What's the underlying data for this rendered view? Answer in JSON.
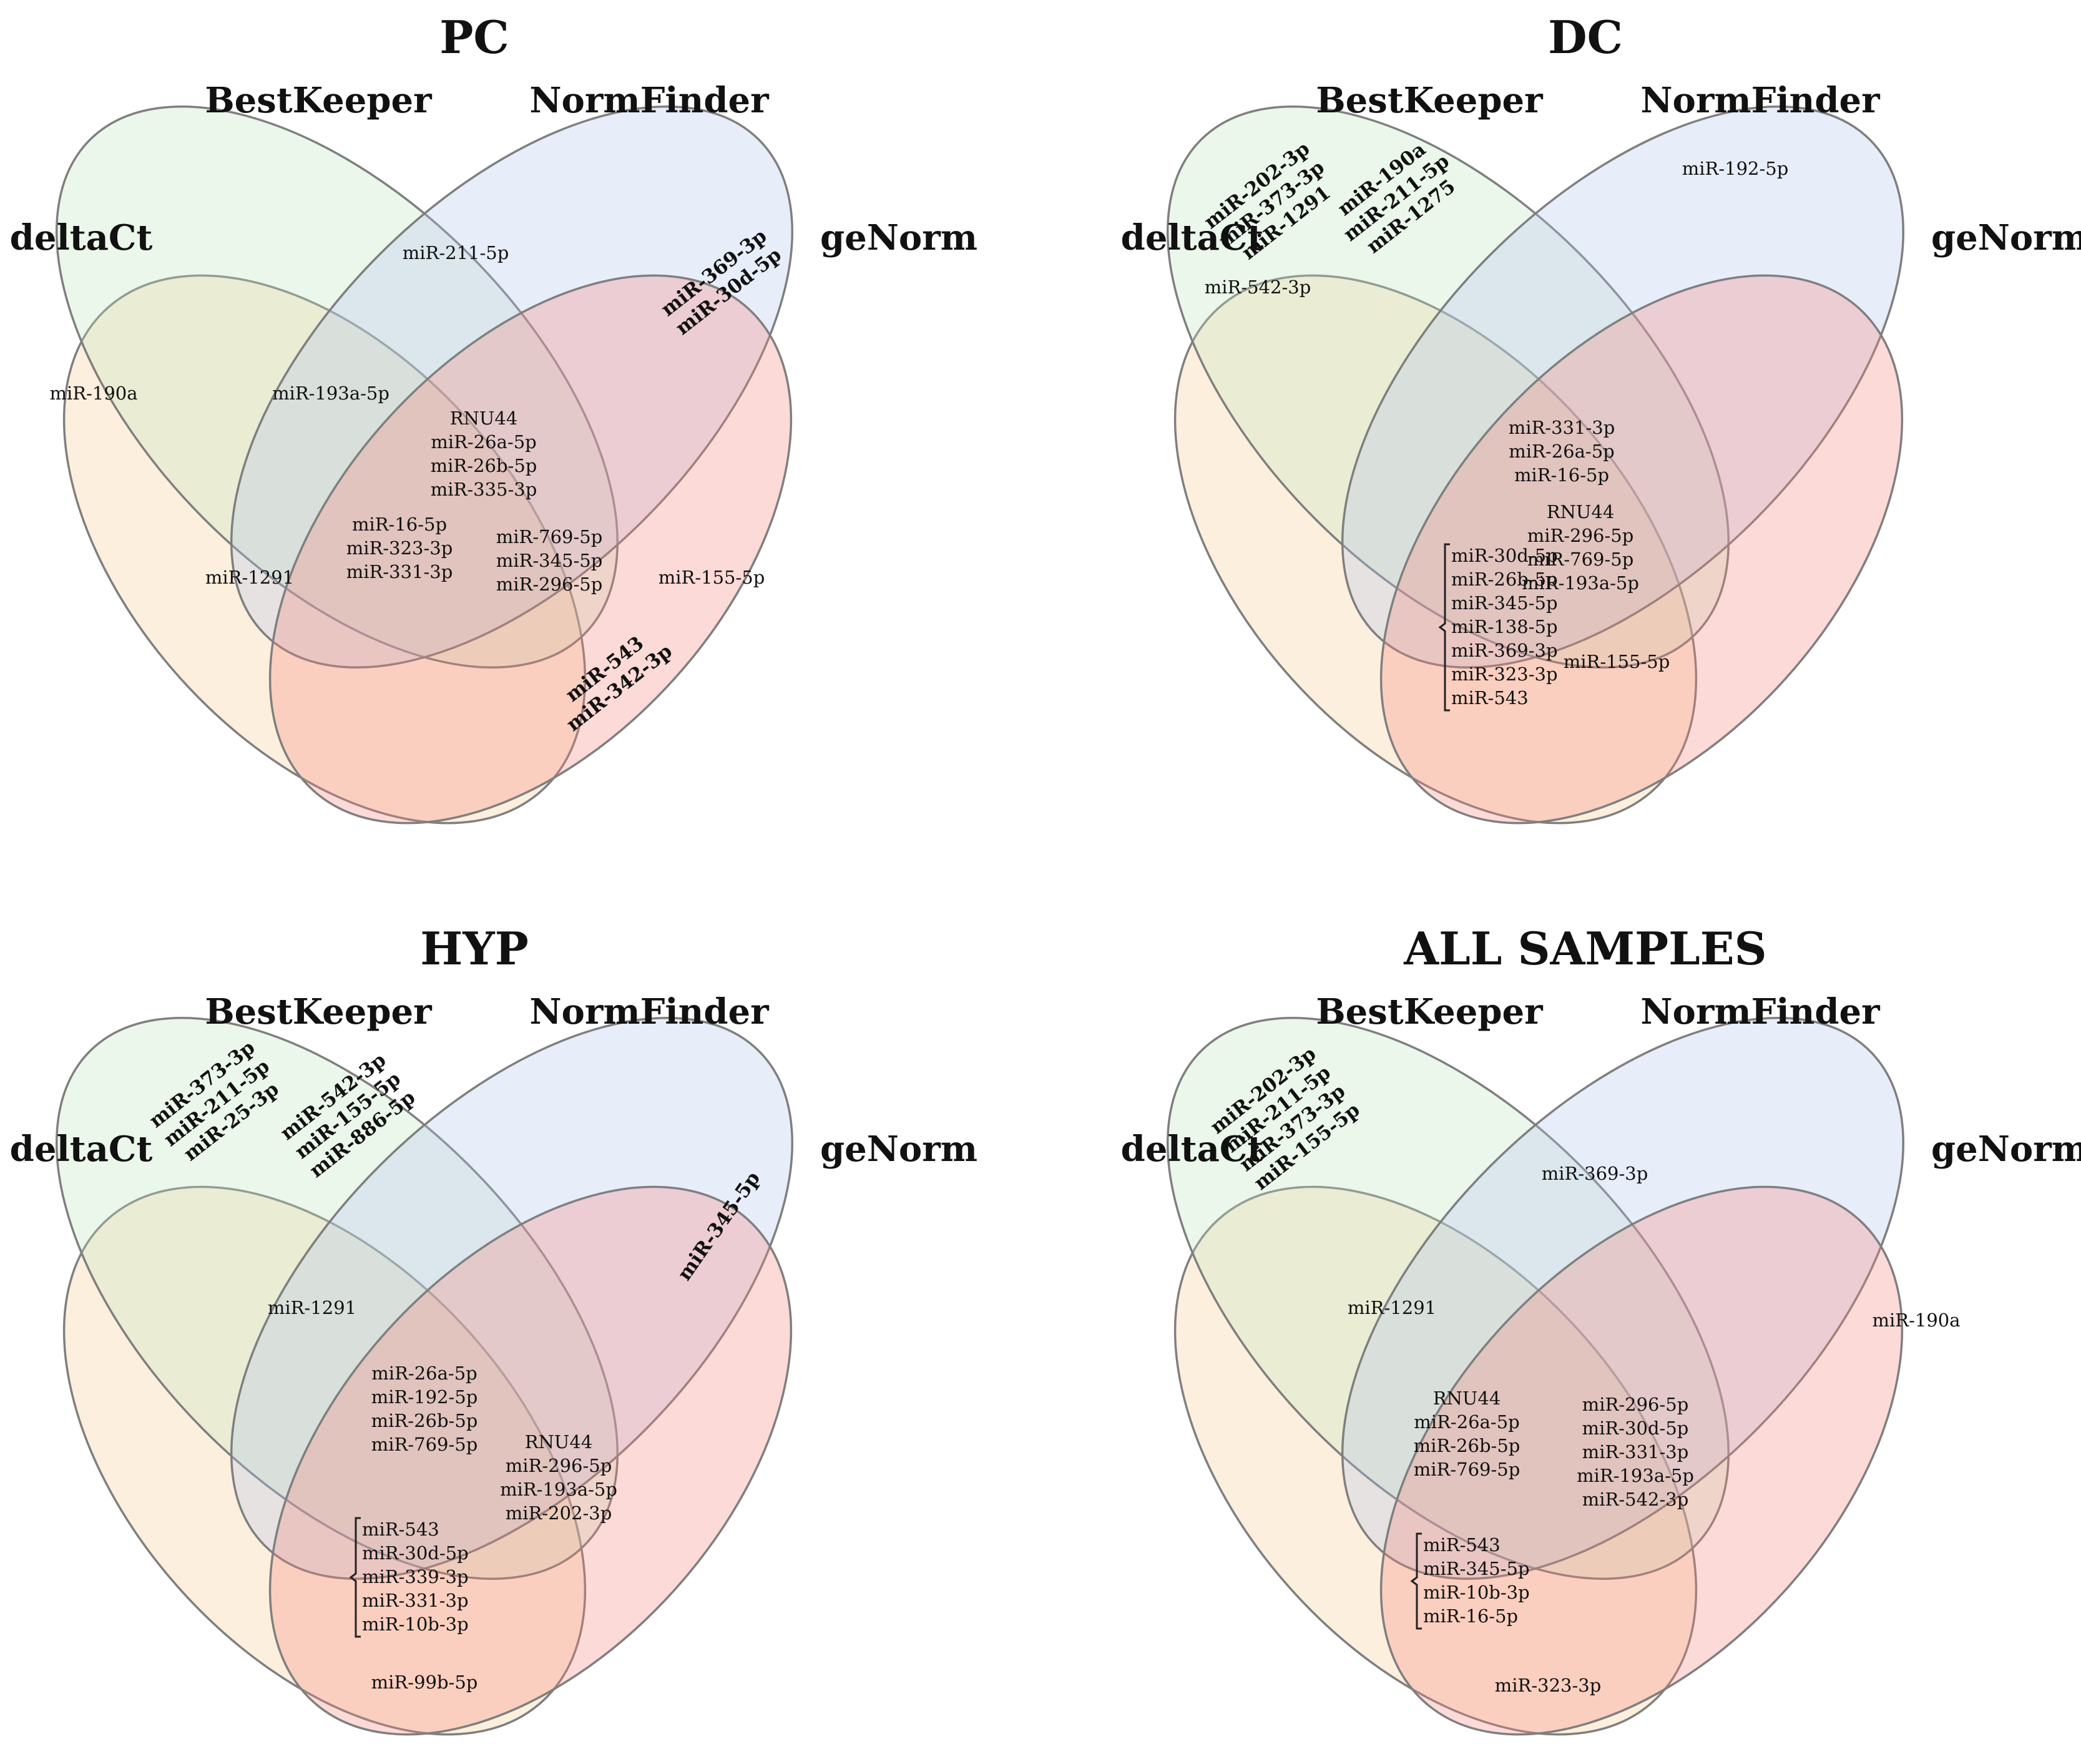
{
  "set_colors": {
    "deltaCt": "#f7c98f",
    "BestKeeper": "#bfe3c0",
    "NormFinder": "#b3c4ee",
    "geNorm": "#f5837c"
  },
  "panels": [
    {
      "title": "PC",
      "sets": {
        "deltaCt": "deltaCt",
        "BestKeeper": "BestKeeper",
        "NormFinder": "NormFinder",
        "geNorm": "geNorm"
      },
      "regions": [
        {
          "lines": [
            "miR-211-5p"
          ]
        },
        {
          "lines": [
            "miR-369-3p",
            "miR-30d-5p"
          ]
        },
        {
          "lines": [
            "miR-190a"
          ]
        },
        {
          "lines": [
            "miR-193a-5p"
          ]
        },
        {
          "lines": [
            "RNU44",
            "miR-26a-5p",
            "miR-26b-5p",
            "miR-335-3p"
          ]
        },
        {
          "lines": [
            "miR-16-5p",
            "miR-323-3p",
            "miR-331-3p"
          ]
        },
        {
          "lines": [
            "miR-769-5p",
            "miR-345-5p",
            "miR-296-5p"
          ]
        },
        {
          "lines": [
            "miR-1291"
          ]
        },
        {
          "lines": [
            "miR-155-5p"
          ]
        },
        {
          "lines": [
            "miR-543",
            "miR-342-3p"
          ]
        }
      ]
    },
    {
      "title": "DC",
      "sets": {
        "deltaCt": "deltaCt",
        "BestKeeper": "BestKeeper",
        "NormFinder": "NormFinder",
        "geNorm": "geNorm"
      },
      "regions": [
        {
          "lines": [
            "miR-202-3p",
            "miR-373-3p",
            "miR-1291"
          ]
        },
        {
          "lines": [
            "miR-190a",
            "miR-211-5p",
            "miR-1275"
          ]
        },
        {
          "lines": [
            "miR-192-5p"
          ]
        },
        {
          "lines": [
            "miR-542-3p"
          ]
        },
        {
          "lines": [
            "miR-331-3p",
            "miR-26a-5p",
            "miR-16-5p"
          ]
        },
        {
          "lines": [
            "RNU44",
            "miR-296-5p",
            "miR-769-5p",
            "miR-193a-5p"
          ]
        },
        {
          "lines": [
            "miR-30d-5p",
            "miR-26b-5p",
            "miR-345-5p",
            "miR-138-5p",
            "miR-369-3p",
            "miR-323-3p",
            "miR-543"
          ]
        },
        {
          "lines": [
            "miR-155-5p"
          ]
        }
      ]
    },
    {
      "title": "HYP",
      "sets": {
        "deltaCt": "deltaCt",
        "BestKeeper": "BestKeeper",
        "NormFinder": "NormFinder",
        "geNorm": "geNorm"
      },
      "regions": [
        {
          "lines": [
            "miR-373-3p",
            "miR-211-5p",
            "miR-25-3p"
          ]
        },
        {
          "lines": [
            "miR-542-3p",
            "miR-155-5p",
            "miR-886-5p"
          ]
        },
        {
          "lines": [
            "miR-345-5p"
          ]
        },
        {
          "lines": [
            "miR-1291"
          ]
        },
        {
          "lines": [
            "miR-26a-5p",
            "miR-192-5p",
            "miR-26b-5p",
            "miR-769-5p"
          ]
        },
        {
          "lines": [
            "RNU44",
            "miR-296-5p",
            "miR-193a-5p",
            "miR-202-3p"
          ]
        },
        {
          "lines": [
            "miR-543",
            "miR-30d-5p",
            "miR-339-3p",
            "miR-331-3p",
            "miR-10b-3p"
          ]
        },
        {
          "lines": [
            "miR-99b-5p"
          ]
        }
      ]
    },
    {
      "title": "ALL SAMPLES",
      "sets": {
        "deltaCt": "deltaCt",
        "BestKeeper": "BestKeeper",
        "NormFinder": "NormFinder",
        "geNorm": "geNorm"
      },
      "regions": [
        {
          "lines": [
            "miR-202-3p",
            "miR-211-5p",
            "miR-373-3p",
            "miR-155-5p"
          ]
        },
        {
          "lines": [
            "miR-369-3p"
          ]
        },
        {
          "lines": [
            "miR-1291"
          ]
        },
        {
          "lines": [
            "miR-190a"
          ]
        },
        {
          "lines": [
            "RNU44",
            "miR-26a-5p",
            "miR-26b-5p",
            "miR-769-5p"
          ]
        },
        {
          "lines": [
            "miR-296-5p",
            "miR-30d-5p",
            "miR-331-3p",
            "miR-193a-5p",
            "miR-542-3p"
          ]
        },
        {
          "lines": [
            "miR-543",
            "miR-345-5p",
            "miR-10b-3p",
            "miR-16-5p"
          ]
        },
        {
          "lines": [
            "miR-323-3p"
          ]
        }
      ]
    }
  ]
}
